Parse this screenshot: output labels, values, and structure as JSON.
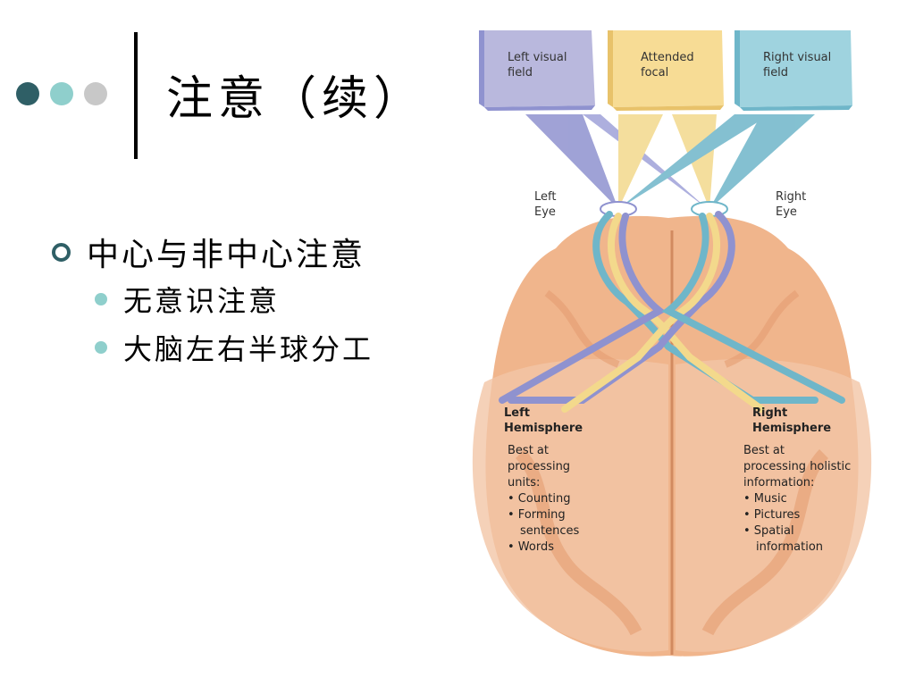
{
  "slide": {
    "title": "注意（续）",
    "dot_colors": [
      "#2f5f66",
      "#8fcfcc",
      "#c8c8c8"
    ]
  },
  "bullets": {
    "main": "中心与非中心注意",
    "sub": [
      "无意识注意",
      "大脑左右半球分工"
    ]
  },
  "figure": {
    "boxes": {
      "left": [
        "Left visual",
        "field"
      ],
      "center": [
        "Attended",
        "focal"
      ],
      "right": [
        "Right visual",
        "field"
      ]
    },
    "eyes": {
      "left": [
        "Left",
        "Eye"
      ],
      "right": [
        "Right",
        "Eye"
      ]
    },
    "left_hemisphere": {
      "title": [
        "Left",
        "Hemisphere"
      ],
      "desc": [
        "Best at",
        "processing",
        "units:"
      ],
      "items": [
        "• Counting",
        "• Forming",
        "sentences",
        "• Words"
      ]
    },
    "right_hemisphere": {
      "title": [
        "Right",
        "Hemisphere"
      ],
      "desc": [
        "Best at",
        "processing holistic",
        "information:"
      ],
      "items": [
        "• Music",
        "• Pictures",
        "• Spatial",
        "information"
      ]
    },
    "colors": {
      "left_box": "#b9b8dd",
      "center_box": "#f7dc95",
      "right_box": "#9fd3df",
      "brain": "#f0b58c",
      "brain_dark": "#e59d72",
      "tract_blue": "#6fb6c9",
      "tract_purple": "#8f92cf",
      "tract_yellow": "#f3d98c"
    }
  }
}
